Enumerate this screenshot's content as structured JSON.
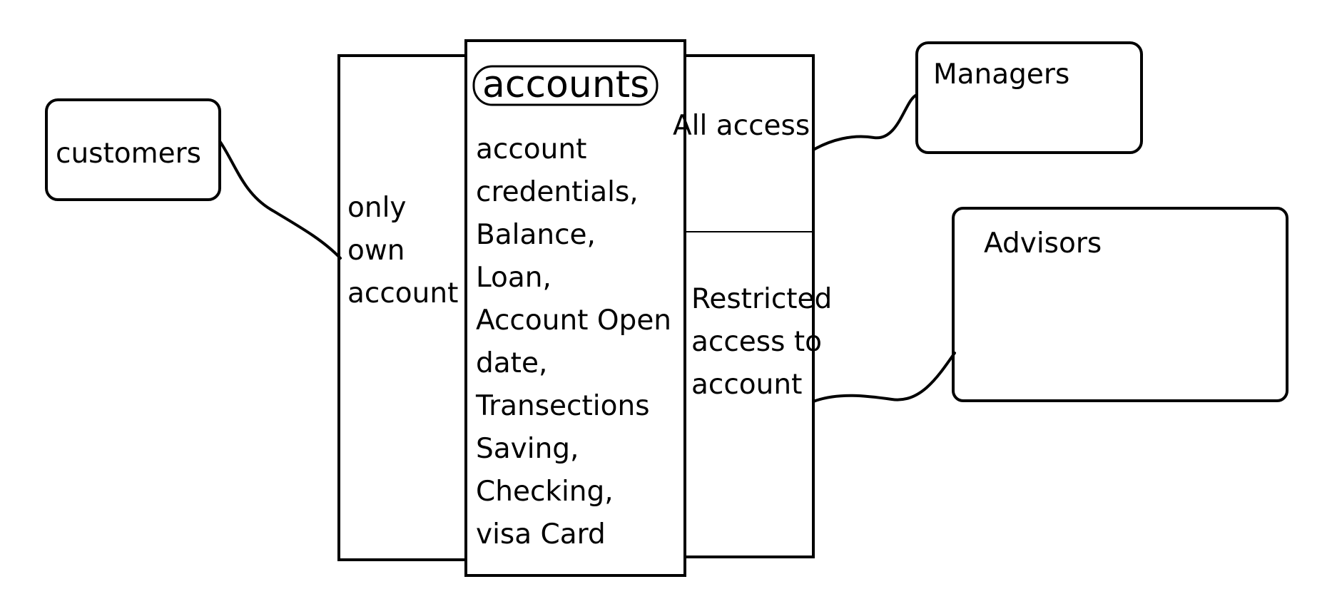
{
  "diagram": {
    "title": "accounts",
    "fields": [
      "account",
      "credentials,",
      "Balance,",
      "Loan,",
      "Account Open",
      "date,",
      "Transections",
      "Saving,",
      "Checking,",
      "visa Card"
    ],
    "customer_access": [
      "only",
      "own",
      "account"
    ],
    "manager_access": "All access",
    "advisor_access": [
      "Restricted",
      "access to",
      "account"
    ],
    "roles": {
      "customers": "customers",
      "managers": "Managers",
      "advisors": "Advisors"
    },
    "ink_color": "#000000",
    "background": "#ffffff"
  }
}
